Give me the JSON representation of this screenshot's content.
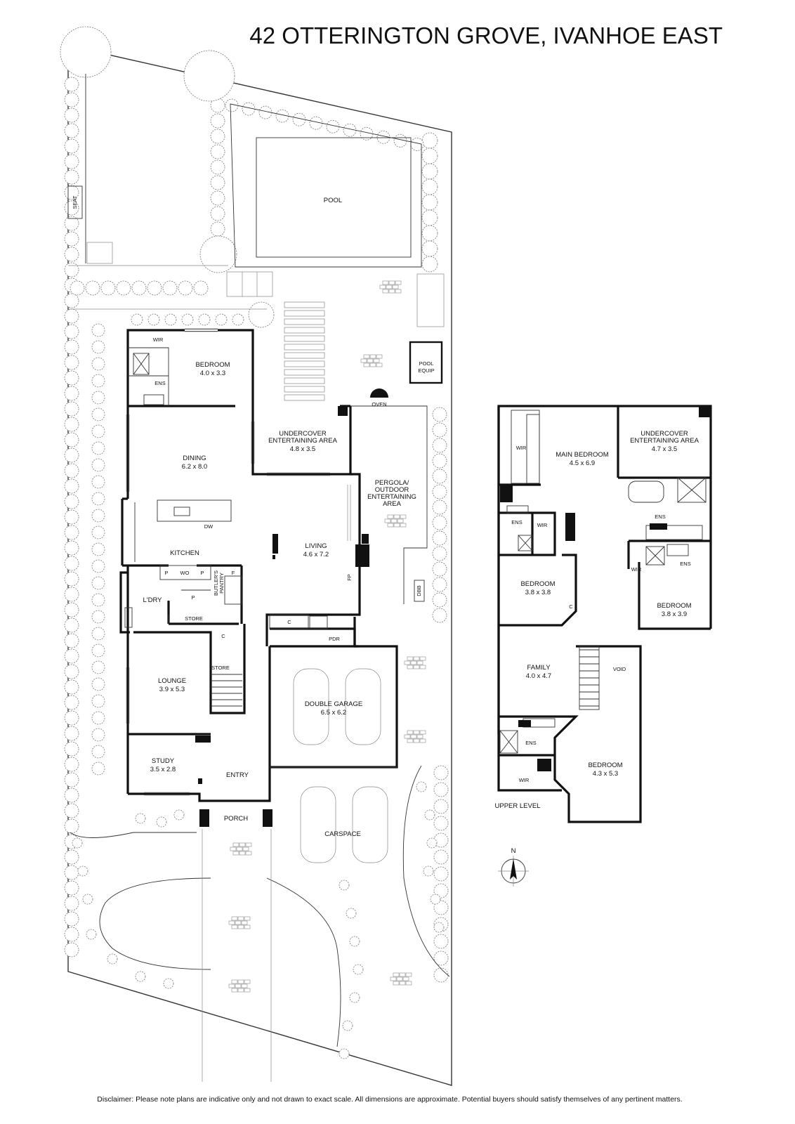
{
  "title": "42 OTTERINGTON GROVE, IVANHOE EAST",
  "disclaimer": "Disclaimer: Please note plans are indicative only and not drawn to exact scale. All dimensions are approximate. Potential buyers should satisfy themselves of any pertinent matters.",
  "ground": {
    "pool": "POOL",
    "seat": "SEAT",
    "pool_equip_1": "POOL",
    "pool_equip_2": "EQUIP",
    "oven": "OVEN",
    "bedroom": {
      "name": "BEDROOM",
      "dim": "4.0 x 3.3"
    },
    "wir": "WIR",
    "ens": "ENS",
    "undercover": {
      "line1": "UNDERCOVER",
      "line2": "ENTERTAINING AREA",
      "dim": "4.8 x 3.5"
    },
    "pergola": {
      "line1": "PERGOLA/",
      "line2": "OUTDOOR",
      "line3": "ENTERTAINING",
      "line4": "AREA"
    },
    "dining": {
      "name": "DINING",
      "dim": "6.2 x 8.0"
    },
    "living": {
      "name": "LIVING",
      "dim": "4.6 x 7.2"
    },
    "kitchen": "KITCHEN",
    "dw": "DW",
    "wo": "WO",
    "p": "P",
    "f": "F",
    "butlers_1": "BUTLER'S",
    "butlers_2": "PANTRY",
    "laundry": "L'DRY",
    "store": "STORE",
    "c": "C",
    "fp": "FP",
    "dbb": "DBB",
    "pdr": "PDR",
    "lounge": {
      "name": "LOUNGE",
      "dim": "3.9 x 5.3"
    },
    "double_garage": {
      "name": "DOUBLE GARAGE",
      "dim": "6.5 x 6.2"
    },
    "study": {
      "name": "STUDY",
      "dim": "3.5 x 2.8"
    },
    "entry": "ENTRY",
    "porch": "PORCH",
    "carspace": "CARSPACE"
  },
  "upper": {
    "level_label": "UPPER LEVEL",
    "wir": "WIR",
    "main_bedroom": {
      "name": "MAIN BEDROOM",
      "dim": "4.5 x 6.9"
    },
    "undercover": {
      "line1": "UNDERCOVER",
      "line2": "ENTERTAINING AREA",
      "dim": "4.7 x 3.5"
    },
    "ens": "ENS",
    "bedroom_a": {
      "name": "BEDROOM",
      "dim": "3.8 x 3.8"
    },
    "bedroom_b": {
      "name": "BEDROOM",
      "dim": "3.8 x 3.9"
    },
    "c": "C",
    "family": {
      "name": "FAMILY",
      "dim": "4.0 x 4.7"
    },
    "void": "VOID",
    "bedroom_c": {
      "name": "BEDROOM",
      "dim": "4.3 x 5.3"
    }
  },
  "compass": {
    "north": "N"
  }
}
